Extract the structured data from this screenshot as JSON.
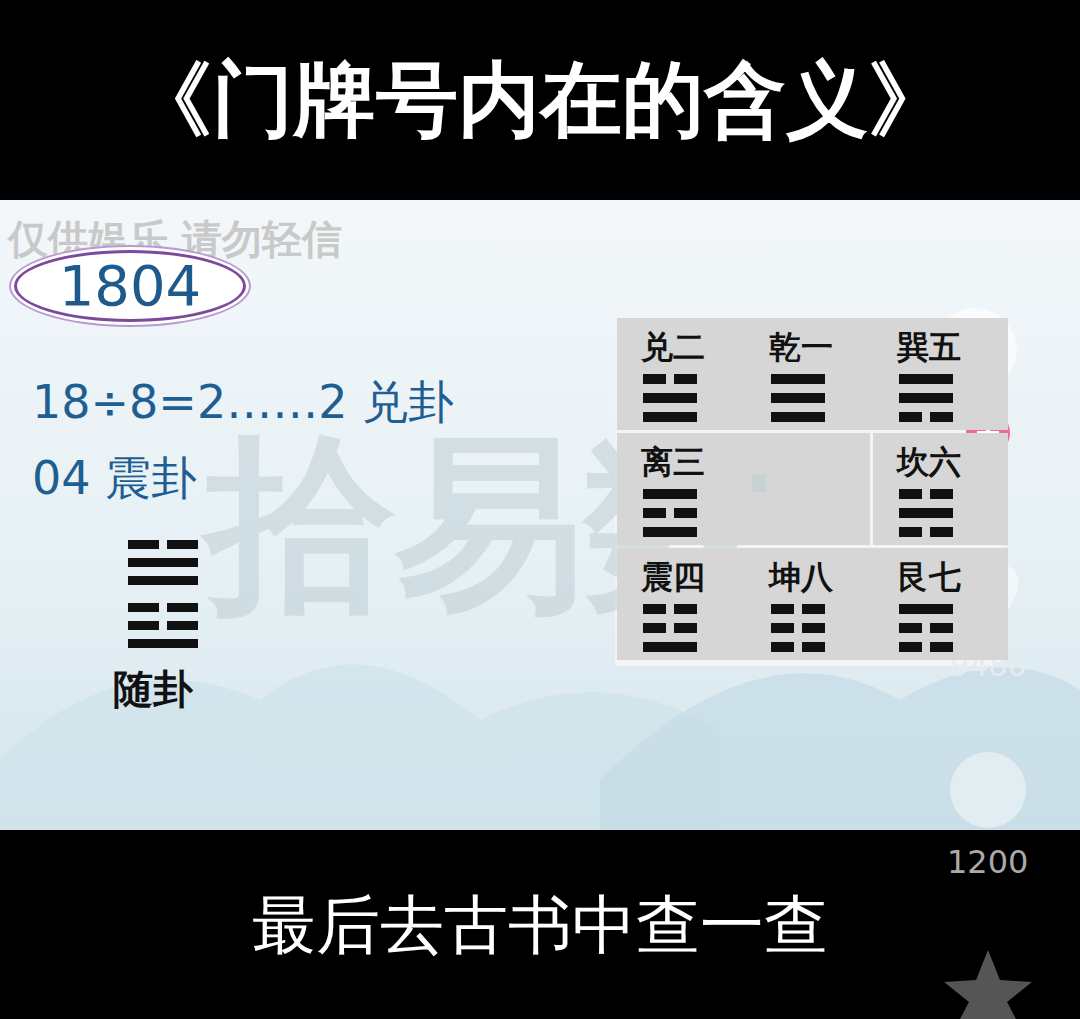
{
  "diagram": {
    "title": "《门牌号内在的含义》",
    "caption": "最后去古书中查一查",
    "nodes": [
      {
        "text": [
          "1804"
        ]
      },
      {
        "text": [
          "兑二"
        ]
      },
      {
        "text": [
          "乾一"
        ]
      },
      {
        "text": [
          "巽五"
        ]
      },
      {
        "text": [
          "离三"
        ]
      },
      {
        "text": [
          "坎六"
        ]
      },
      {
        "text": [
          "震四"
        ]
      },
      {
        "text": [
          "坤八"
        ]
      },
      {
        "text": [
          "艮七"
        ]
      }
    ],
    "labels": [
      "仅供娱乐 请勿轻信",
      "拾易数",
      "18÷8=2……2 兑卦",
      "04 震卦",
      "随卦",
      "9486",
      "1200"
    ]
  }
}
